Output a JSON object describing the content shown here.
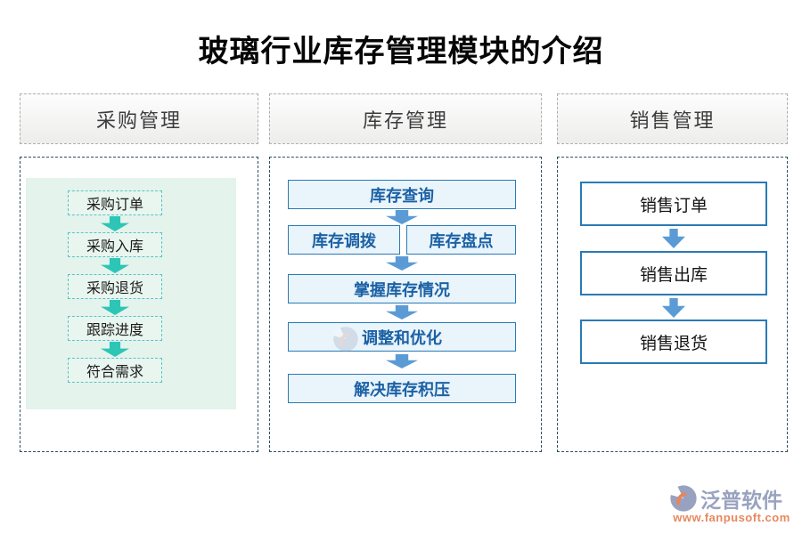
{
  "title": "玻璃行业库存管理模块的介绍",
  "columns": [
    {
      "header": "采购管理",
      "items": [
        "采购订单",
        "采购入库",
        "采购退货",
        "跟踪进度",
        "符合需求"
      ]
    },
    {
      "header": "库存管理",
      "items": [
        "库存查询",
        "库存调拨",
        "库存盘点",
        "掌握库存情况",
        "调整和优化",
        "解决库存积压"
      ]
    },
    {
      "header": "销售管理",
      "items": [
        "销售订单",
        "销售出库",
        "销售退货"
      ]
    }
  ],
  "watermark": {
    "brand": "泛普软件",
    "url": "www.fanpusoft.com"
  },
  "colors": {
    "teal_arrow": "#2cc5b6",
    "blue_arrow": "#5b9bd5",
    "mint_panel": "#e4f3ec",
    "teal_dashed_border": "#58c4c8",
    "column_dashed_border": "#2c4e5e",
    "header_dashed_border": "#aeaeae",
    "blue_box_border": "#2a7ab5",
    "blue_box_bg": "#e9f4fb",
    "blue_text": "#1b61a5",
    "brand_gray": "#99a3c0",
    "brand_orange": "#e8875f"
  }
}
